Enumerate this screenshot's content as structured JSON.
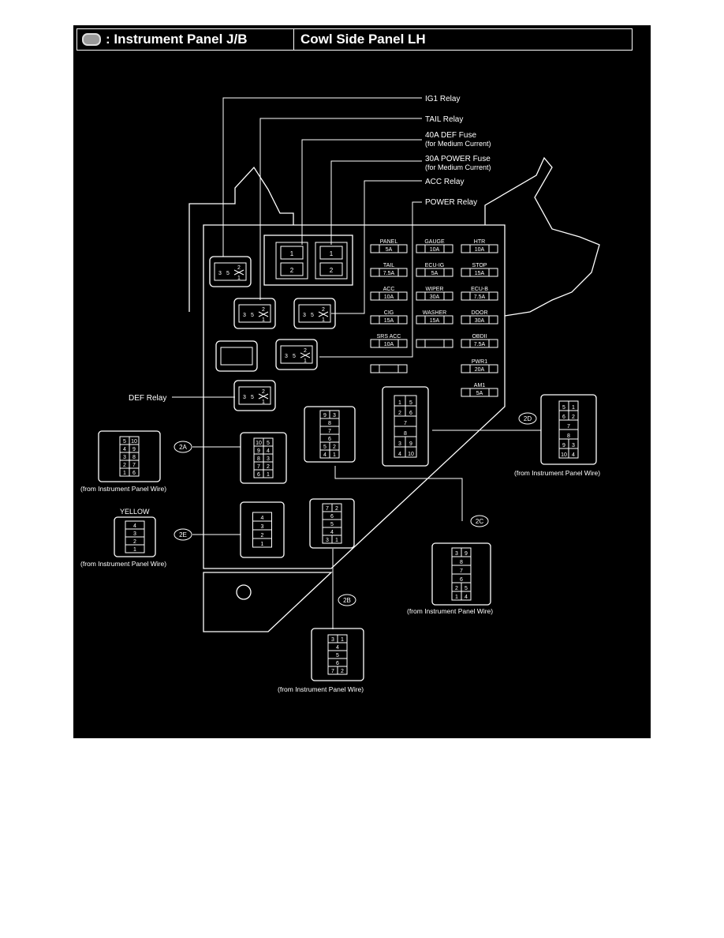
{
  "header": {
    "location_code_icon": "oval-connector-icon",
    "title": ": Instrument Panel J/B",
    "location": "Cowl Side Panel LH"
  },
  "labels": {
    "ig1_relay": "IG1 Relay",
    "tail_relay": "TAIL Relay",
    "def_fuse": "40A DEF Fuse",
    "def_fuse_note": "(for Medium Current)",
    "power_fuse": "30A POWER Fuse",
    "power_fuse_note": "(for Medium Current)",
    "acc_relay": "ACC Relay",
    "power_relay": "POWER Relay",
    "def_relay": "DEF Relay",
    "yellow": "YELLOW",
    "from_wire_2a": "(from Instrument Panel Wire)",
    "from_wire_2e": "(from Instrument Panel Wire)",
    "from_wire_2d": "(from Instrument Panel Wire)",
    "from_wire_2c": "(from Instrument Panel Wire)",
    "from_wire_2b": "(from Instrument Panel Wire)"
  },
  "connector_ids": {
    "a": "2A",
    "b": "2B",
    "c": "2C",
    "d": "2D",
    "e": "2E"
  },
  "medium_fuse_pins": [
    "1",
    "2"
  ],
  "relay_pins": {
    "p3": "3",
    "p5": "5",
    "p2": "2",
    "p1": "1"
  },
  "fuses": [
    {
      "name": "PANEL",
      "amp": "5A"
    },
    {
      "name": "GAUGE",
      "amp": "10A"
    },
    {
      "name": "HTR",
      "amp": "10A"
    },
    {
      "name": "TAIL",
      "amp": "7.5A"
    },
    {
      "name": "ECU-IG",
      "amp": "5A"
    },
    {
      "name": "STOP",
      "amp": "15A"
    },
    {
      "name": "ACC",
      "amp": "10A"
    },
    {
      "name": "WIPER",
      "amp": "30A"
    },
    {
      "name": "ECU-B",
      "amp": "7.5A"
    },
    {
      "name": "CIG",
      "amp": "15A"
    },
    {
      "name": "WASHER",
      "amp": "15A"
    },
    {
      "name": "DOOR",
      "amp": "30A"
    },
    {
      "name": "SRS ACC",
      "amp": "10A"
    },
    {
      "name": "",
      "amp": ""
    },
    {
      "name": "OBDII",
      "amp": "7.5A"
    },
    {
      "name": "",
      "amp": ""
    },
    {
      "name": "",
      "amp": ""
    },
    {
      "name": "PWR1",
      "amp": "20A"
    },
    {
      "name": "",
      "amp": ""
    },
    {
      "name": "",
      "amp": ""
    },
    {
      "name": "AM1",
      "amp": "5A"
    }
  ],
  "connectors": {
    "2A_wire": [
      [
        "5",
        "10"
      ],
      [
        "4",
        "9"
      ],
      [
        "3",
        "8"
      ],
      [
        "2",
        "7"
      ],
      [
        "1",
        "6"
      ]
    ],
    "2A_jb": [
      [
        "10",
        "5"
      ],
      [
        "9",
        "4"
      ],
      [
        "8",
        "3"
      ],
      [
        "7",
        "2"
      ],
      [
        "6",
        "1"
      ]
    ],
    "2E_wire": [
      [
        "4"
      ],
      [
        "3"
      ],
      [
        "2"
      ],
      [
        "1"
      ]
    ],
    "2E_jb": [
      [
        "4"
      ],
      [
        "3"
      ],
      [
        "2"
      ],
      [
        "1"
      ]
    ],
    "2D_jb": [
      [
        "1",
        "5"
      ],
      [
        "2",
        "6"
      ],
      [
        "7"
      ],
      [
        "8"
      ],
      [
        "3",
        "9"
      ],
      [
        "4",
        "10"
      ]
    ],
    "2D_wire": [
      [
        "5",
        "1"
      ],
      [
        "6",
        "2"
      ],
      [
        "7"
      ],
      [
        "8"
      ],
      [
        "9",
        "3"
      ],
      [
        "10",
        "4"
      ]
    ],
    "2C_jb": [
      [
        "9",
        "3"
      ],
      [
        "8"
      ],
      [
        "7"
      ],
      [
        "6"
      ],
      [
        "5",
        "2"
      ],
      [
        "4",
        "1"
      ]
    ],
    "2C_wire": [
      [
        "3",
        "9"
      ],
      [
        "8"
      ],
      [
        "7"
      ],
      [
        "6"
      ],
      [
        "2",
        "5"
      ],
      [
        "1",
        "4"
      ]
    ],
    "2B_jb": [
      [
        "7",
        "2"
      ],
      [
        "6"
      ],
      [
        "5"
      ],
      [
        "4"
      ],
      [
        "3",
        "1"
      ]
    ],
    "2B_wire": [
      [
        "3",
        "1"
      ],
      [
        "4"
      ],
      [
        "5"
      ],
      [
        "6"
      ],
      [
        "7",
        "2"
      ]
    ]
  }
}
